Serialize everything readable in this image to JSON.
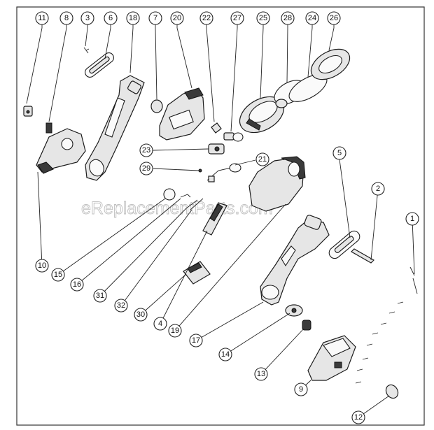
{
  "diagram": {
    "watermark": "eReplacementParts.com",
    "callouts": [
      {
        "id": "11"
      },
      {
        "id": "8"
      },
      {
        "id": "3"
      },
      {
        "id": "6"
      },
      {
        "id": "18"
      },
      {
        "id": "7"
      },
      {
        "id": "20"
      },
      {
        "id": "22"
      },
      {
        "id": "27"
      },
      {
        "id": "25"
      },
      {
        "id": "28"
      },
      {
        "id": "24"
      },
      {
        "id": "26"
      },
      {
        "id": "23"
      },
      {
        "id": "21"
      },
      {
        "id": "29"
      },
      {
        "id": "5"
      },
      {
        "id": "2"
      },
      {
        "id": "1"
      },
      {
        "id": "10"
      },
      {
        "id": "15"
      },
      {
        "id": "16"
      },
      {
        "id": "31"
      },
      {
        "id": "32"
      },
      {
        "id": "30"
      },
      {
        "id": "4"
      },
      {
        "id": "19"
      },
      {
        "id": "17"
      },
      {
        "id": "14"
      },
      {
        "id": "13"
      },
      {
        "id": "9"
      },
      {
        "id": "12"
      }
    ]
  }
}
